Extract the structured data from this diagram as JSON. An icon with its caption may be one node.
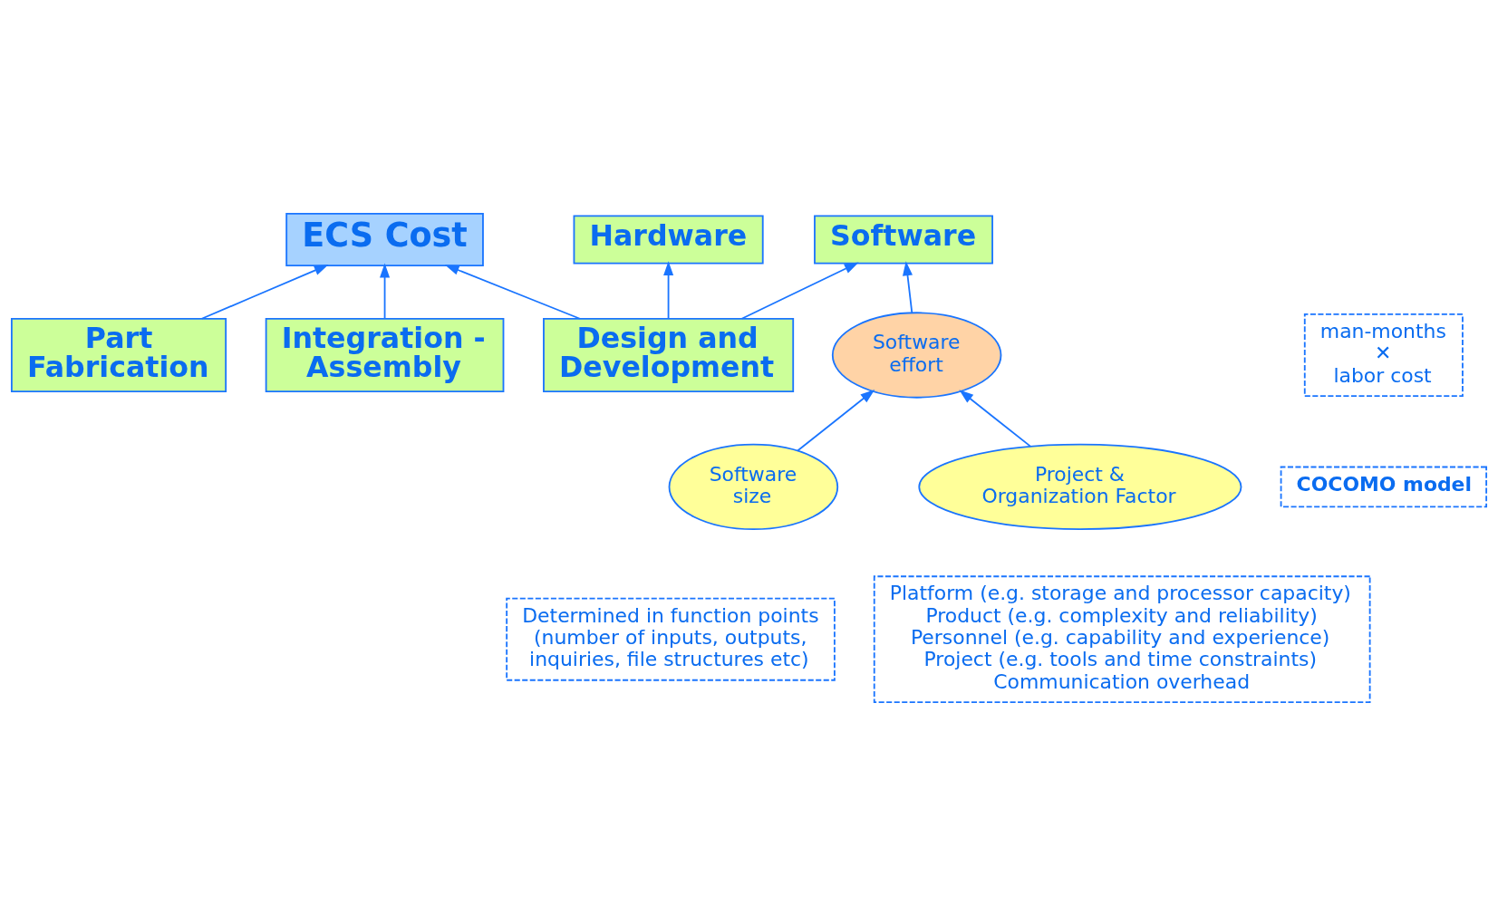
{
  "diagram": {
    "nodes": [
      {
        "text": [
          "Hardware"
        ]
      },
      {
        "text": [
          "Design and Development"
        ]
      },
      {
        "text": [
          "ECS Cost"
        ]
      },
      {
        "text": [
          "Part Fabrication"
        ]
      },
      {
        "text": [
          "Integration - Assembly"
        ]
      },
      {
        "text": [
          "Software"
        ]
      },
      {
        "text": [
          "man-months",
          "✕",
          "labor cost"
        ]
      },
      {
        "text": [
          "Software effort"
        ]
      },
      {
        "text": [
          "Software size"
        ]
      },
      {
        "text": [
          "COCOMO model"
        ]
      },
      {
        "text": [
          "Project & Organization Factor"
        ]
      },
      {
        "text": [
          "Determined in function points (number of inputs, outputs, inquiries, file structures etc)"
        ]
      },
      {
        "text": [
          "Platform (e.g. storage and processor capacity)",
          "Product (e.g. complexity and reliability)",
          "Personnel (e.g. capability and experience)",
          "Project (e.g. tools and time constraints)",
          "Communication overhead"
        ]
      }
    ],
    "edges": [
      {
        "from": 1,
        "to": 0,
        "arrow": "to"
      },
      {
        "from": 1,
        "to": 5,
        "arrow": "to"
      },
      {
        "from": 1,
        "to": 2,
        "arrow": "to"
      },
      {
        "from": 3,
        "to": 2,
        "arrow": "to"
      },
      {
        "from": 4,
        "to": 2,
        "arrow": "to"
      },
      {
        "from": 7,
        "to": 5,
        "arrow": "to"
      },
      {
        "from": 8,
        "to": 7,
        "arrow": "to"
      },
      {
        "from": 10,
        "to": 7,
        "arrow": "to"
      }
    ]
  }
}
